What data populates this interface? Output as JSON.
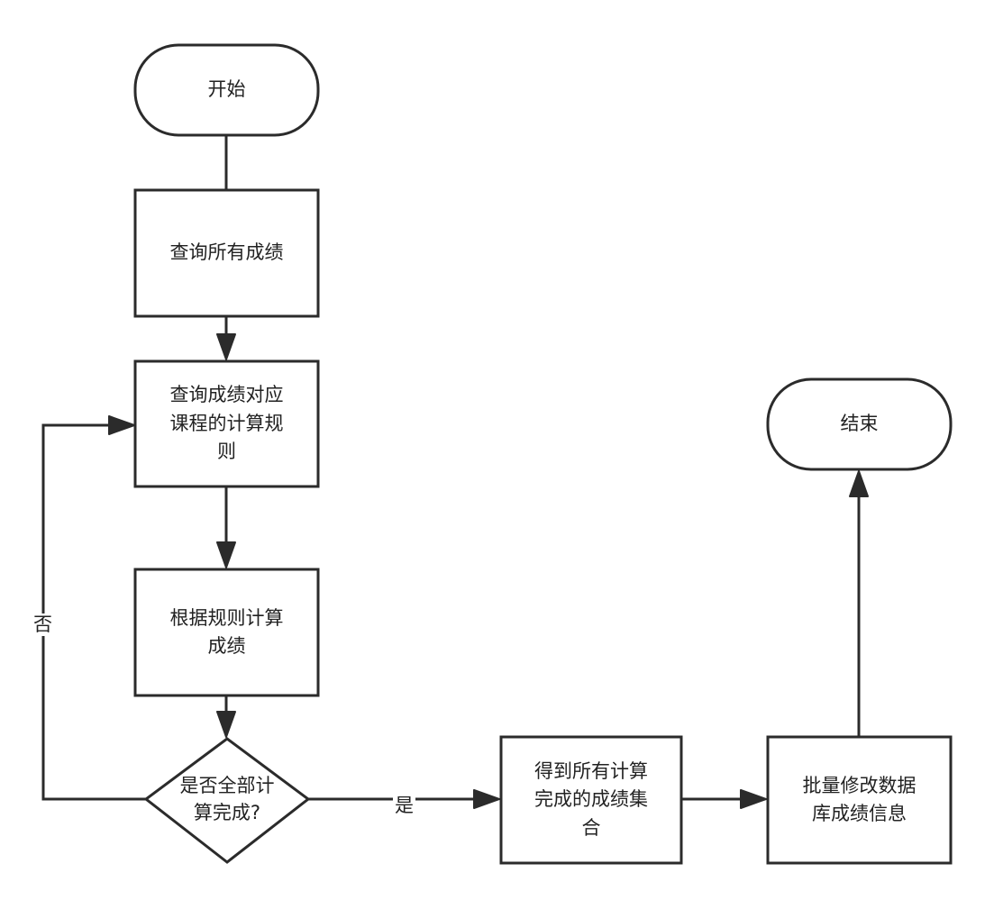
{
  "nodes": {
    "start": "开始",
    "query_all": "查询所有成绩",
    "query_rule_lines": [
      "查询成绩对应",
      "课程的计算规",
      "则"
    ],
    "calc_lines": [
      "根据规则计算",
      "成绩"
    ],
    "decision_lines": [
      "是否全部计",
      "算完成?"
    ],
    "collect_lines": [
      "得到所有计算",
      "完成的成绩集",
      "合"
    ],
    "batch_lines": [
      "批量修改数据",
      "库成绩信息"
    ],
    "end": "结束"
  },
  "edges": {
    "no_label": "否",
    "yes_label": "是"
  },
  "colors": {
    "stroke": "#2b2b2b",
    "text": "#222222"
  }
}
